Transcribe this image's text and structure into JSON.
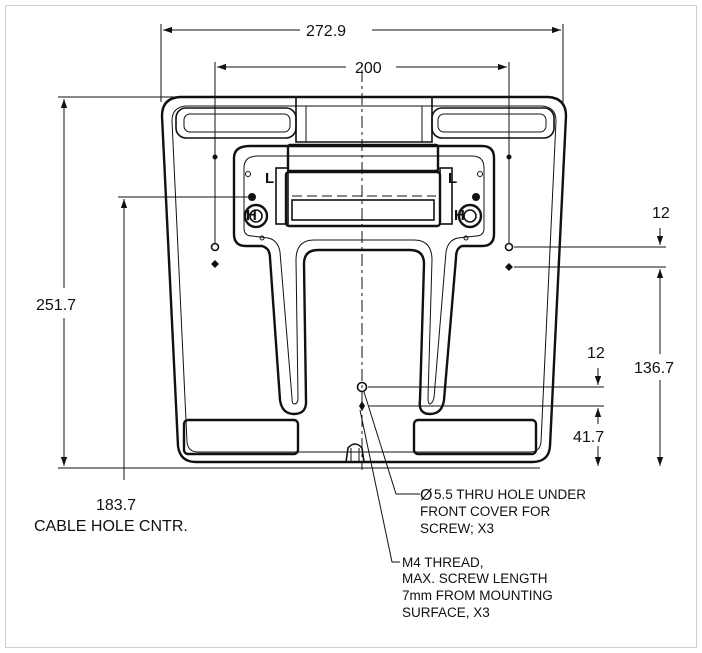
{
  "dimensions": {
    "overall_width": "272.9",
    "hole_spacing": "200",
    "overall_height": "251.7",
    "cable_hole_value": "183.7",
    "cable_hole_label": "CABLE HOLE CNTR.",
    "right_offset_top": "12",
    "right_height": "136.7",
    "center_offset": "12",
    "center_height": "41.7"
  },
  "part_labels": {
    "left_l": "L",
    "left_h": "H",
    "right_l": "L",
    "right_h": "H"
  },
  "notes": {
    "thru_hole": {
      "symbol": "Ø",
      "lines": [
        "5.5 THRU HOLE UNDER",
        "FRONT COVER FOR",
        "SCREW; X3"
      ]
    },
    "thread": {
      "lines": [
        "M4 THREAD,",
        "MAX. SCREW LENGTH",
        "7mm FROM MOUNTING",
        "SURFACE, X3"
      ]
    }
  },
  "colors": {
    "line": "#111111",
    "frame": "#cfcfcf",
    "background": "#ffffff"
  }
}
